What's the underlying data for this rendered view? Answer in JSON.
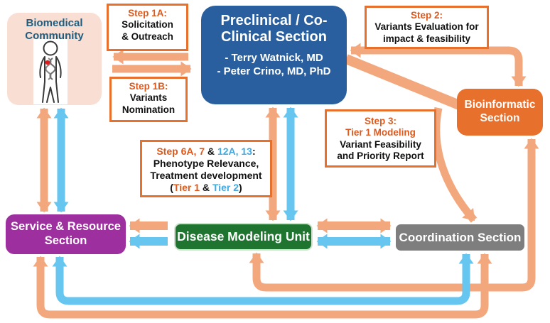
{
  "colors": {
    "arrow_orange": "#F3A77D",
    "arrow_blue": "#66C6F0",
    "accent_orange": "#E8702D",
    "step_text_orange": "#DC5A1E",
    "step_text_blue": "#41A8E0",
    "node_blue": "#2A5F9F",
    "node_orange": "#E8702D",
    "node_purple": "#9E2F9E",
    "node_green": "#1F7430",
    "node_gray": "#7E7E7E",
    "node_pink": "#F9DFD3",
    "biomedical_text": "#1F5C7E"
  },
  "nodes": {
    "biomedical": {
      "label": "Biomedical Community"
    },
    "preclinical": {
      "title": "Preclinical / Co-Clinical Section",
      "member1": "- Terry Watnick, MD",
      "member2": "- Peter Crino, MD, PhD"
    },
    "bioinformatic": {
      "label": "Bioinformatic Section"
    },
    "service_resource": {
      "label": "Service & Resource Section"
    },
    "disease_modeling": {
      "label": "Disease Modeling Unit"
    },
    "coordination": {
      "label": "Coordination Section"
    }
  },
  "step_boxes": {
    "step1a": {
      "heading": "Step 1A:",
      "line1": "Solicitation",
      "line2": "& Outreach"
    },
    "step1b": {
      "heading": "Step 1B:",
      "line1": "Variants",
      "line2": "Nomination"
    },
    "step2": {
      "heading": "Step 2:",
      "line1": "Variants Evaluation for",
      "line2": "impact & feasibility"
    },
    "step3": {
      "heading": "Step 3:",
      "heading2": "Tier 1 Modeling",
      "line1": "Variant Feasibility",
      "line2": "and Priority Report"
    },
    "step6": {
      "heading_segments": [
        {
          "text": "Step 6A, 7",
          "color": "orange"
        },
        {
          "text": " & ",
          "color": "black"
        },
        {
          "text": "12A, 13",
          "color": "blue"
        },
        {
          "text": ":",
          "color": "black"
        }
      ],
      "line1": "Phenotype Relevance,",
      "line2": "Treatment development",
      "line3_segments": [
        {
          "text": "(",
          "color": "black"
        },
        {
          "text": "Tier 1",
          "color": "orange"
        },
        {
          "text": " & ",
          "color": "black"
        },
        {
          "text": "Tier 2",
          "color": "blue"
        },
        {
          "text": ")",
          "color": "black"
        }
      ]
    }
  }
}
